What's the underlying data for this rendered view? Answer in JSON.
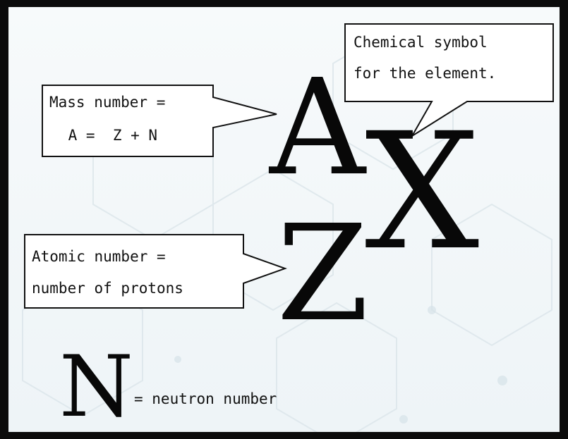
{
  "symbols": {
    "mass": "A",
    "element": "X",
    "atomic": "Z",
    "neutron": "N"
  },
  "callouts": {
    "mass_line1": "Mass number =",
    "mass_line2": " A =  Z + N",
    "element_line1": "Chemical symbol",
    "element_line2": "for the element.",
    "atomic_line1": "Atomic number =",
    "atomic_line2": "number of protons"
  },
  "neutron_label": "= neutron number",
  "colors": {
    "frame": "#0b0b0b",
    "background": "#f3f7f9",
    "ink": "#080808"
  }
}
